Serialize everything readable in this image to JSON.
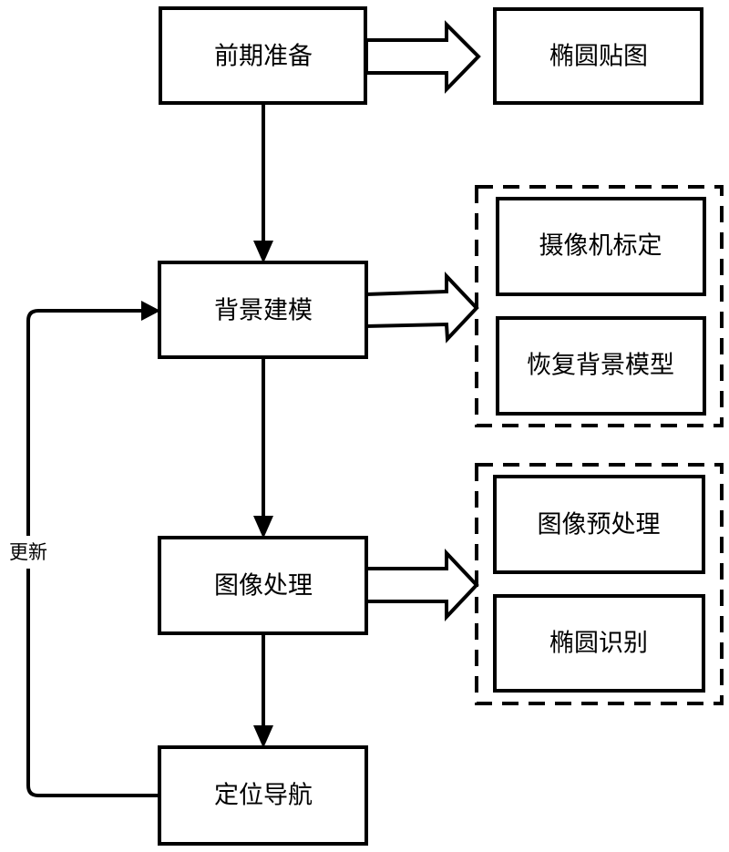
{
  "diagram": {
    "type": "flowchart",
    "main_flow": [
      {
        "id": "prep",
        "label": "前期准备"
      },
      {
        "id": "bg_model",
        "label": "背景建模"
      },
      {
        "id": "img_proc",
        "label": "图像处理"
      },
      {
        "id": "nav",
        "label": "定位导航"
      }
    ],
    "side_outputs": {
      "prep": {
        "label": "椭圆贴图"
      },
      "bg_model": {
        "group": true,
        "items": [
          {
            "label": "摄像机标定"
          },
          {
            "label": "恢复背景模型"
          }
        ]
      },
      "img_proc": {
        "group": true,
        "items": [
          {
            "label": "图像预处理"
          },
          {
            "label": "椭圆识别"
          }
        ]
      }
    },
    "feedback": {
      "from": "nav",
      "to": "bg_model",
      "label": "更新"
    },
    "edges": [
      {
        "from": "prep",
        "to": "bg_model",
        "style": "solid-arrow"
      },
      {
        "from": "bg_model",
        "to": "img_proc",
        "style": "solid-arrow"
      },
      {
        "from": "img_proc",
        "to": "nav",
        "style": "solid-arrow"
      },
      {
        "from": "prep",
        "to": "ellipse_map",
        "style": "hollow-arrow"
      },
      {
        "from": "bg_model",
        "to": "bg_group",
        "style": "hollow-arrow"
      },
      {
        "from": "img_proc",
        "to": "proc_group",
        "style": "hollow-arrow"
      },
      {
        "from": "nav",
        "to": "bg_model",
        "style": "feedback-arrow"
      }
    ]
  }
}
